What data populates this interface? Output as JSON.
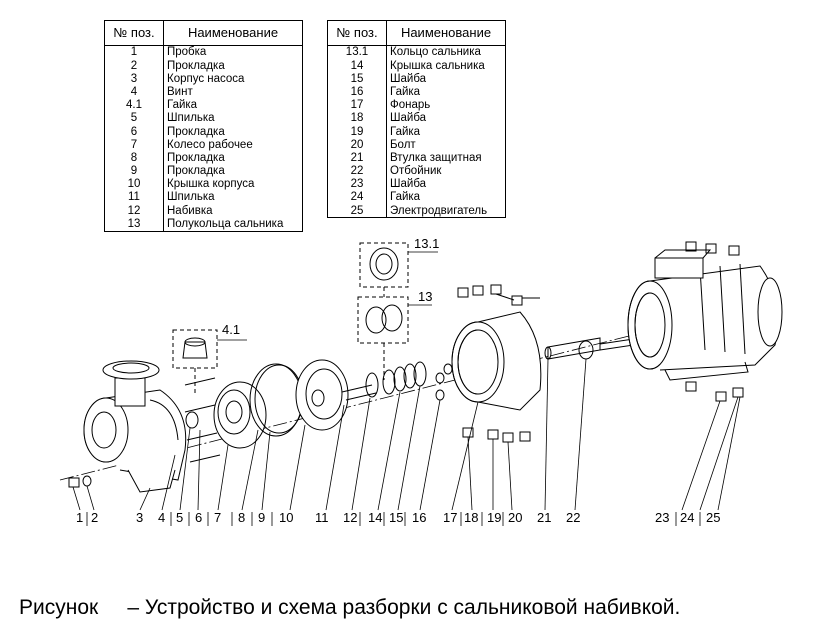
{
  "table_left": {
    "header_num": "№ поз.",
    "header_name": "Наименование",
    "rows": [
      {
        "num": "1",
        "name": "Пробка"
      },
      {
        "num": "2",
        "name": "Прокладка"
      },
      {
        "num": "3",
        "name": "Корпус насоса"
      },
      {
        "num": "4",
        "name": "Винт"
      },
      {
        "num": "4.1",
        "name": "Гайка"
      },
      {
        "num": "5",
        "name": "Шпилька"
      },
      {
        "num": "6",
        "name": "Прокладка"
      },
      {
        "num": "7",
        "name": "Колесо рабочее"
      },
      {
        "num": "8",
        "name": "Прокладка"
      },
      {
        "num": "9",
        "name": "Прокладка"
      },
      {
        "num": "10",
        "name": "Крышка корпуса"
      },
      {
        "num": "11",
        "name": "Шпилька"
      },
      {
        "num": "12",
        "name": "Набивка"
      },
      {
        "num": "13",
        "name": "Полукольца сальника"
      }
    ]
  },
  "table_right": {
    "header_num": "№ поз.",
    "header_name": "Наименование",
    "rows": [
      {
        "num": "13.1",
        "name": "Кольцо сальника"
      },
      {
        "num": "14",
        "name": "Крышка сальника"
      },
      {
        "num": "15",
        "name": "Шайба"
      },
      {
        "num": "16",
        "name": "Гайка"
      },
      {
        "num": "17",
        "name": "Фонарь"
      },
      {
        "num": "18",
        "name": "Шайба"
      },
      {
        "num": "19",
        "name": "Гайка"
      },
      {
        "num": "20",
        "name": "Болт"
      },
      {
        "num": "21",
        "name": "Втулка защитная"
      },
      {
        "num": "22",
        "name": "Отбойник"
      },
      {
        "num": "23",
        "name": "Шайба"
      },
      {
        "num": "24",
        "name": "Гайка"
      },
      {
        "num": "25",
        "name": "Электродвигатель"
      }
    ]
  },
  "callouts": {
    "c1": "1",
    "c2": "2",
    "c3": "3",
    "c4": "4",
    "c5": "5",
    "c6": "6",
    "c7": "7",
    "c8": "8",
    "c9": "9",
    "c10": "10",
    "c11": "11",
    "c12": "12",
    "c14": "14",
    "c15": "15",
    "c16": "16",
    "c17": "17",
    "c18": "18",
    "c19": "19",
    "c20": "20",
    "c21": "21",
    "c22": "22",
    "c23": "23",
    "c24": "24",
    "c25": "25",
    "c41": "4.1",
    "c13": "13",
    "c131": "13.1"
  },
  "caption": "Рисунок     – Устройство и схема разборки с сальниковой набивкой."
}
